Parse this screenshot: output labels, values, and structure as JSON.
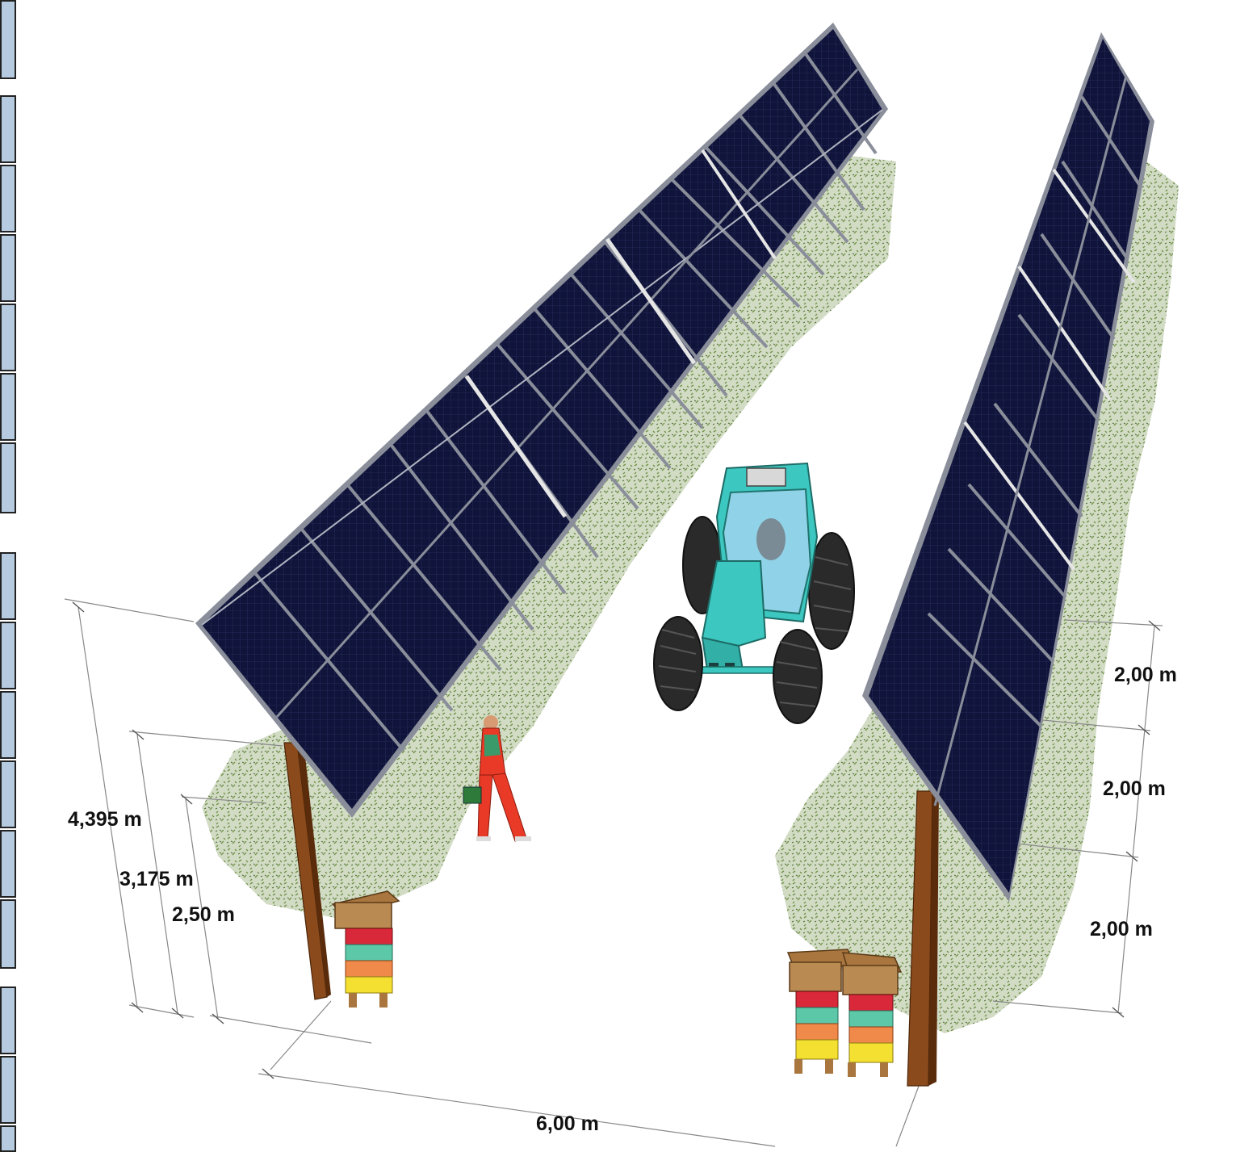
{
  "dimensions": {
    "height_total": "4,395 m",
    "height_mid": "3,175 m",
    "height_low": "2,50 m",
    "width_between_rows": "6,00 m",
    "module_section_1": "2,00 m",
    "module_section_2": "2,00 m",
    "module_section_3": "2,00 m"
  },
  "colors": {
    "panel": "#0e1230",
    "panel_frame": "#8a8e9a",
    "post": "#8a4a1c",
    "foliage": "#5d7d3a",
    "tractor": "#3cc8c0",
    "hive_red": "#d9283a",
    "hive_teal": "#5cc8a8",
    "hive_orange": "#f08a4a",
    "hive_yellow": "#f4e030",
    "worker_suit": "#e83a26"
  }
}
